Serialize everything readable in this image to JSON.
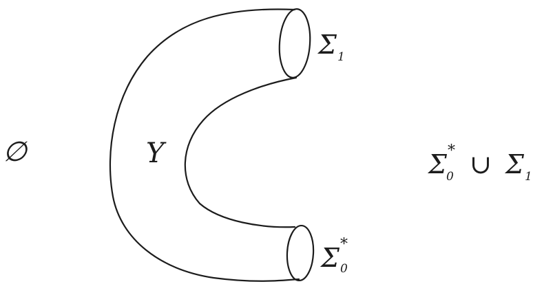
{
  "figure": {
    "left_set": "∅",
    "cobordism": "Y",
    "top_boundary": {
      "symbol": "Σ",
      "subscript": "1"
    },
    "bottom_boundary": {
      "symbol": "Σ",
      "subscript": "0",
      "superscript": "*"
    },
    "right_union": {
      "first": {
        "symbol": "Σ",
        "subscript": "0",
        "superscript": "*"
      },
      "operator": "∪",
      "second": {
        "symbol": "Σ",
        "subscript": "1"
      }
    }
  }
}
